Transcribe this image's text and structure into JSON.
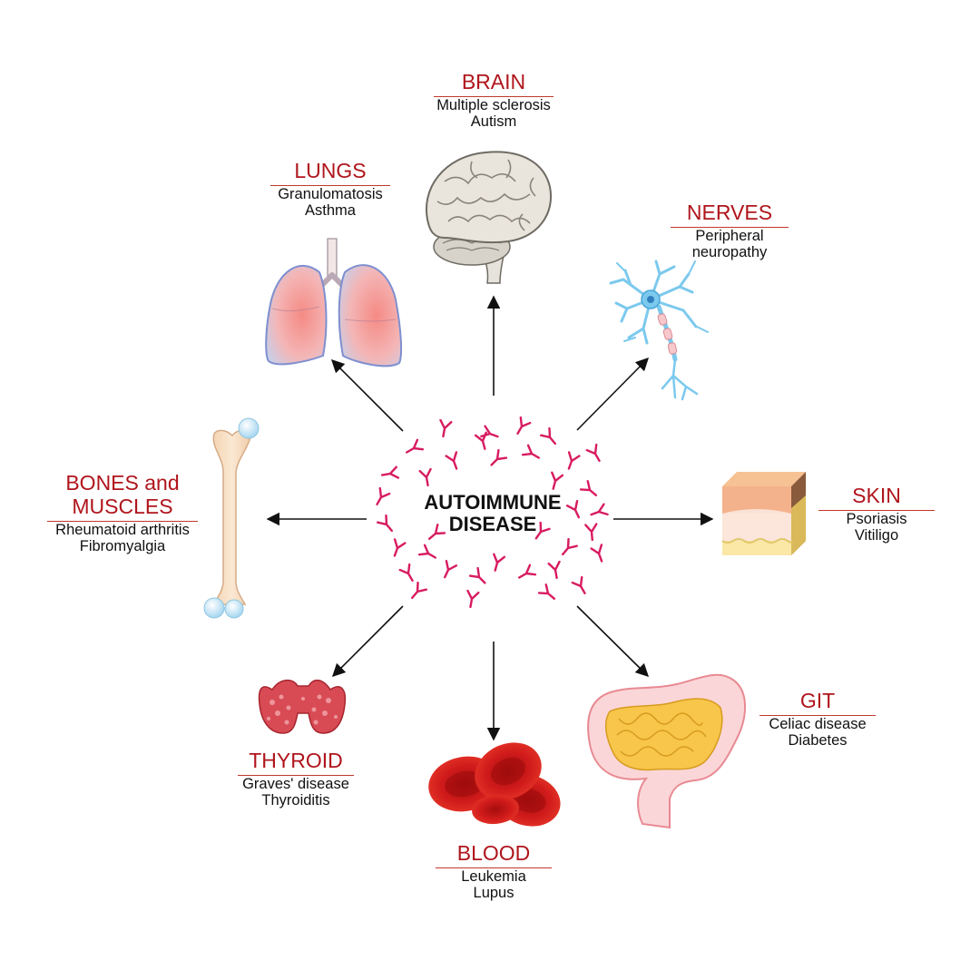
{
  "center": {
    "line1": "AUTOIMMUNE",
    "line2": "DISEASE"
  },
  "organs": {
    "brain": {
      "title": "BRAIN",
      "diseases": [
        "Multiple sclerosis",
        "Autism"
      ]
    },
    "lungs": {
      "title": "LUNGS",
      "diseases": [
        "Granulomatosis",
        "Asthma"
      ]
    },
    "nerves": {
      "title": "NERVES",
      "diseases": [
        "Peripheral",
        "neuropathy"
      ]
    },
    "bones": {
      "title_line1": "BONES and",
      "title_line2": "MUSCLES",
      "diseases": [
        "Rheumatoid arthritis",
        "Fibromyalgia"
      ]
    },
    "skin": {
      "title": "SKIN",
      "diseases": [
        "Psoriasis",
        "Vitiligo"
      ]
    },
    "thyroid": {
      "title": "THYROID",
      "diseases": [
        "Graves' disease",
        "Thyroiditis"
      ]
    },
    "blood": {
      "title": "BLOOD",
      "diseases": [
        "Leukemia",
        "Lupus"
      ]
    },
    "git": {
      "title": "GIT",
      "diseases": [
        "Celiac disease",
        "Diabetes"
      ]
    }
  },
  "colors": {
    "title_red": "#b0151c",
    "antibody_pink": "#d81b60",
    "arrow": "#111111",
    "text": "#111111"
  },
  "icons": [
    "brain-icon",
    "lungs-icon",
    "neuron-icon",
    "bone-icon",
    "skin-icon",
    "thyroid-icon",
    "red-blood-cells-icon",
    "intestine-icon",
    "antibody-icon"
  ]
}
